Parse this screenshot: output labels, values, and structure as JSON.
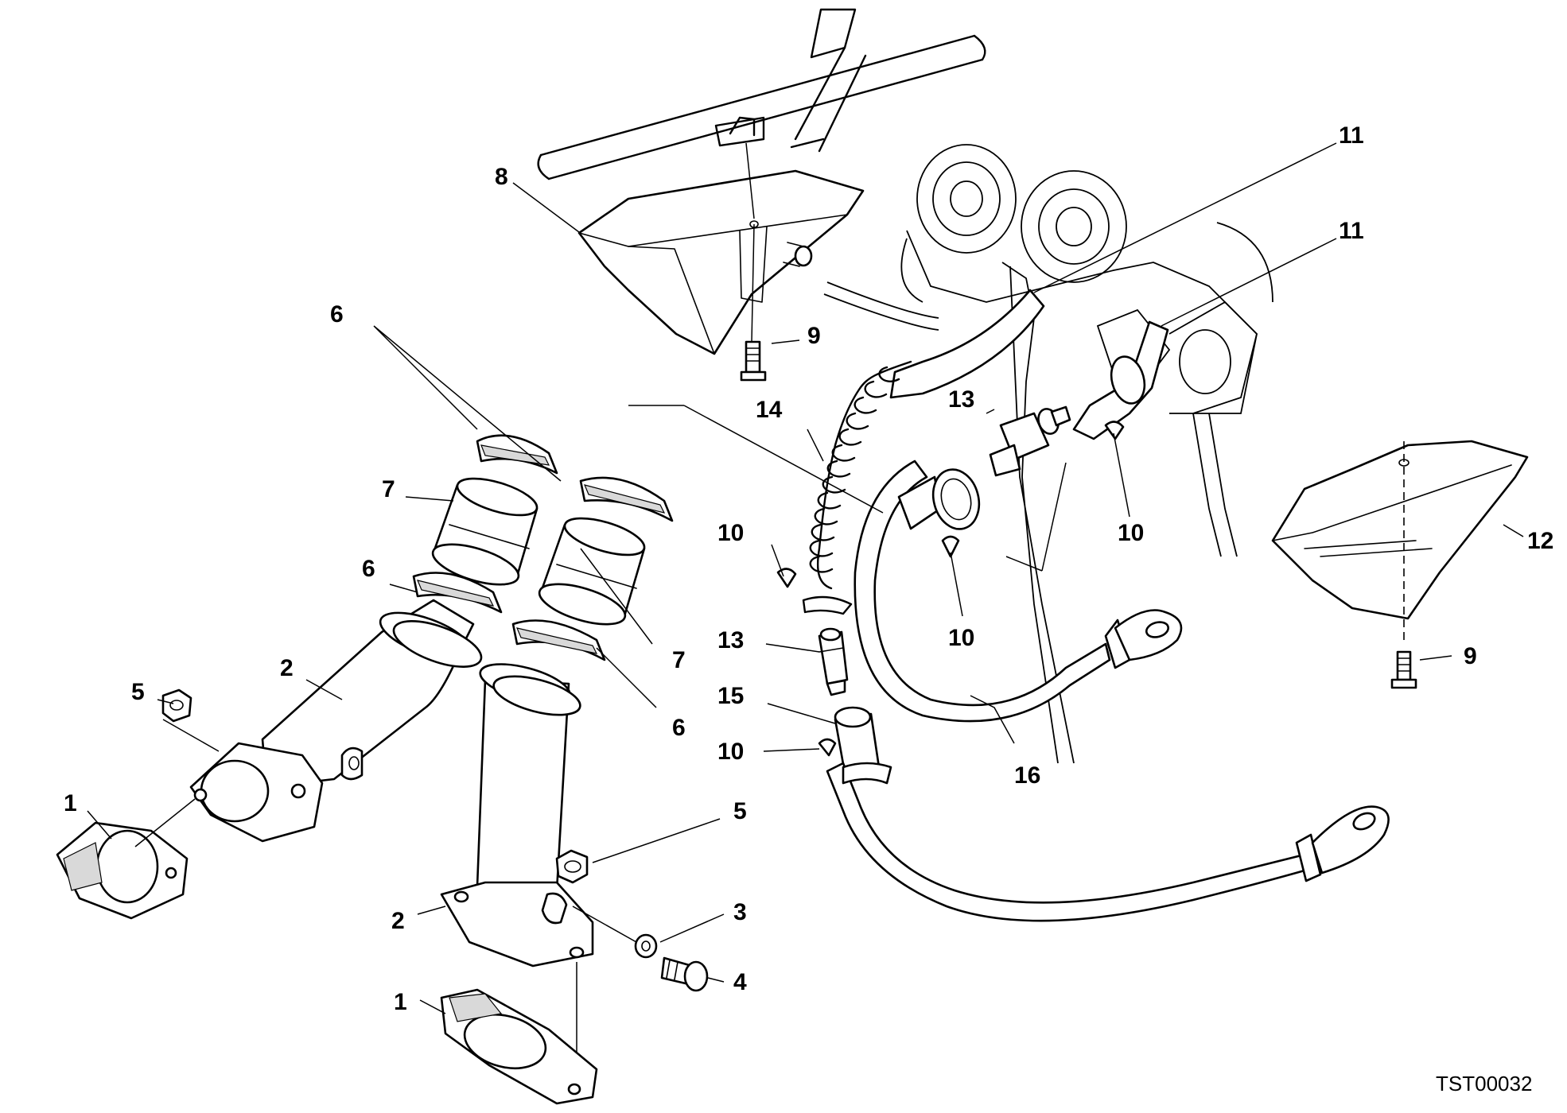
{
  "figure_code": "TST00032",
  "callouts": {
    "c1a": "1",
    "c1b": "1",
    "c2a": "2",
    "c2b": "2",
    "c3": "3",
    "c4": "4",
    "c5a": "5",
    "c5b": "5",
    "c6a": "6",
    "c6b": "6",
    "c6c": "6",
    "c7a": "7",
    "c7b": "7",
    "c8": "8",
    "c9a": "9",
    "c9b": "9",
    "c10a": "10",
    "c10b": "10",
    "c10c": "10",
    "c10d": "10",
    "c11a": "11",
    "c11b": "11",
    "c12": "12",
    "c13a": "13",
    "c13b": "13",
    "c14": "14",
    "c15": "15",
    "c16": "16"
  }
}
